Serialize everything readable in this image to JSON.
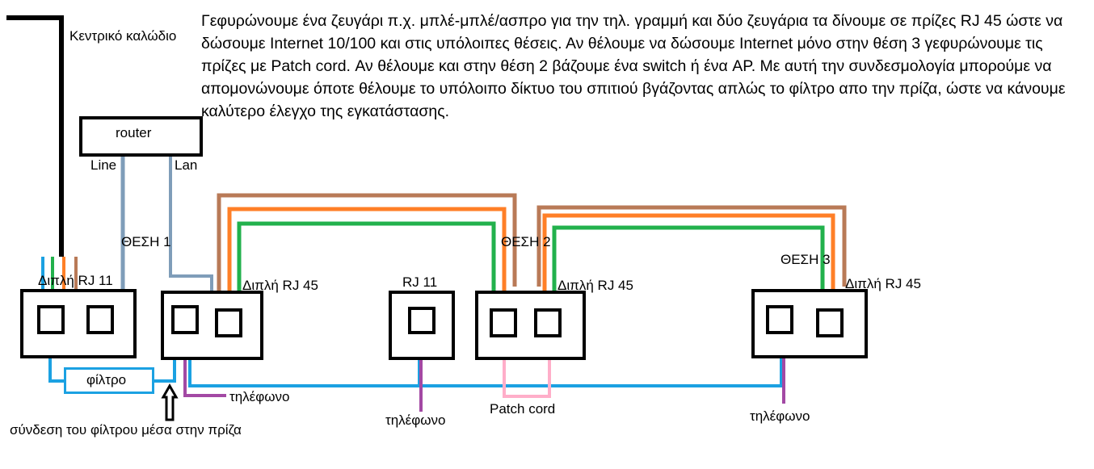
{
  "description": "Γεφυρώνουμε ένα ζευγάρι π.χ. μπλέ-μπλέ/ασπρο για την τηλ. γραμμή και δύο ζευγάρια τα δίνουμε σε πρίζες RJ 45 ώστε να δώσουμε Internet 10/100 και στις υπόλοιπες θέσεις. Αν θέλουμε να δώσουμε Internet μόνο στην θέση 3 γεφυρώνουμε τις πρίζες με Patch cord. Αν θέλουμε και στην θέση 2 βάζουμε ένα switch ή ένα AP. Με αυτή την συνδεσμολογία μπορούμε να απομονώνουμε όποτε θέλουμε το υπόλοιπο δίκτυο του σπιτιού βγάζοντας απλώς το φίλτρο απο την πρίζα, ώστε να κάνουμε καλύτερο έλεγχο της εγκατάστασης.",
  "labels": {
    "main_cable": "Κεντρικό καλώδιο",
    "router": "router",
    "line": "Line",
    "lan": "Lan",
    "position1": "ΘΕΣΗ 1",
    "position2": "ΘΕΣΗ 2",
    "position3": "ΘΕΣΗ 3",
    "double_rj11": "Διπλή RJ 11",
    "double_rj45_1": "Διπλή RJ 45",
    "rj11": "RJ 11",
    "double_rj45_2": "Διπλή RJ 45",
    "double_rj45_3": "Διπλή RJ 45",
    "filter": "φίλτρο",
    "filter_connection": "σύνδεση του φίλτρου μέσα στην πρίζα",
    "phone1": "τηλέφωνο",
    "phone2": "τηλέφωνο",
    "phone3": "τηλέφωνο",
    "patch_cord": "Patch cord"
  },
  "colors": {
    "blue": "#1ba1e2",
    "slate": "#7f9db9",
    "brown": "#b97a57",
    "orange": "#ff7f27",
    "green": "#22b14c",
    "purple": "#a349a4",
    "pink": "#ffaec9",
    "black": "#000000"
  }
}
